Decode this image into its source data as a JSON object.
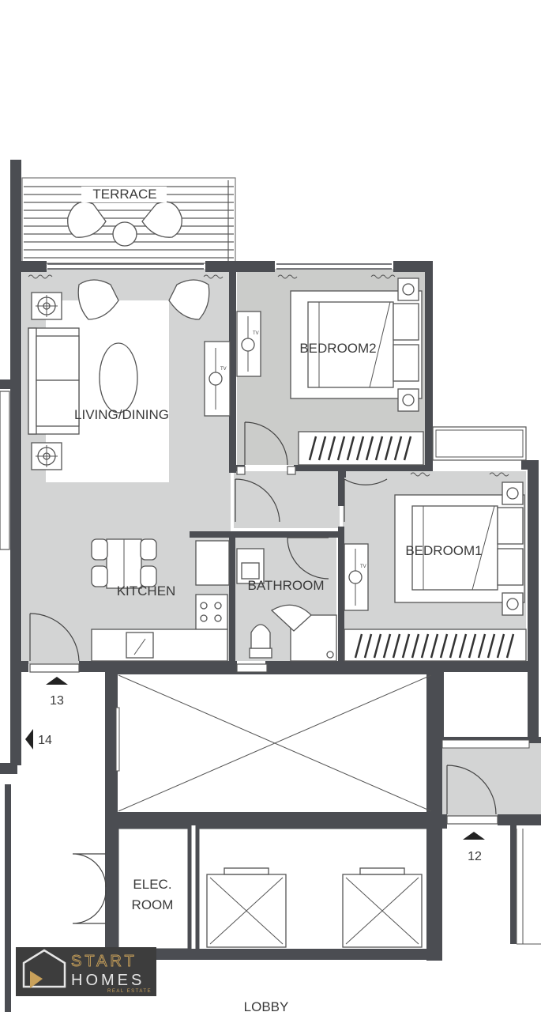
{
  "rooms": {
    "terrace": "TERRACE",
    "living_dining": "LIVING/DINING",
    "bedroom2": "BEDROOM2",
    "bedroom1": "BEDROOM1",
    "kitchen": "KITCHEN",
    "bathroom": "BATHROOM",
    "elec_room_line1": "ELEC.",
    "elec_room_line2": "ROOM",
    "lobby": "LOBBY"
  },
  "tv_labels": [
    "TV",
    "TV",
    "TV"
  ],
  "unit_numbers": [
    "13",
    "14",
    "12"
  ],
  "logo": {
    "start": "START",
    "homes": "HOMES",
    "tagline": "REAL ESTATE"
  },
  "colors": {
    "wall": "#4b4d52",
    "floor": "#d3d4d4",
    "logo_gold": "#c9a15a"
  }
}
